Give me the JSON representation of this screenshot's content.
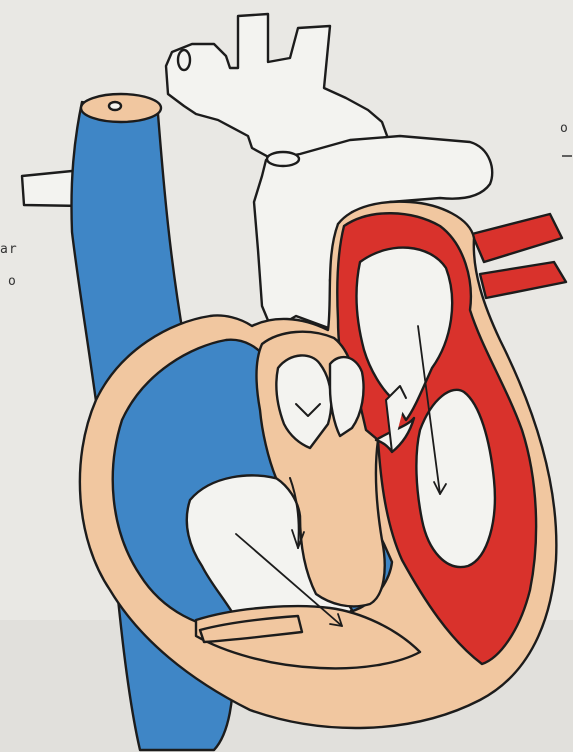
{
  "diagram": {
    "colors": {
      "paper": "#e9e8e4",
      "outline": "#1c1c1c",
      "deoxygenated_blood": "#3f86c6",
      "oxygenated_blood": "#d9322c",
      "heart_wall": "#f1c7a0",
      "unshaded": "#f3f3f0"
    },
    "margin_fragments": {
      "left_top": "ar",
      "left_bottom": "o",
      "right_top": "o"
    }
  }
}
